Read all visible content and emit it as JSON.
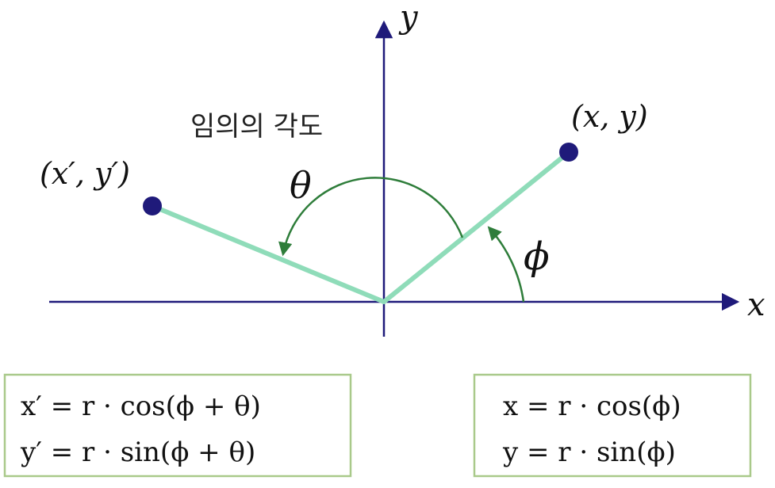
{
  "axes": {
    "x_label": "x",
    "y_label": "y"
  },
  "points": {
    "original_label": "(x, y)",
    "rotated_label": "(x′, y′)"
  },
  "angles": {
    "theta_label": "θ",
    "phi_label": "ϕ",
    "caption": "임의의 각도"
  },
  "formulas": {
    "rotated": {
      "line1": "x′ = r · cos(ϕ + θ)",
      "line2": "y′ = r · sin(ϕ + θ)"
    },
    "original": {
      "line1": "x = r · cos(ϕ)",
      "line2": "y = r · sin(ϕ)"
    }
  },
  "colors": {
    "axis": "#1f1a7a",
    "ray": "#8fdcb9",
    "arc": "#2e7d3a",
    "point": "#1f1a7a",
    "box_border": "#a9c98a"
  }
}
